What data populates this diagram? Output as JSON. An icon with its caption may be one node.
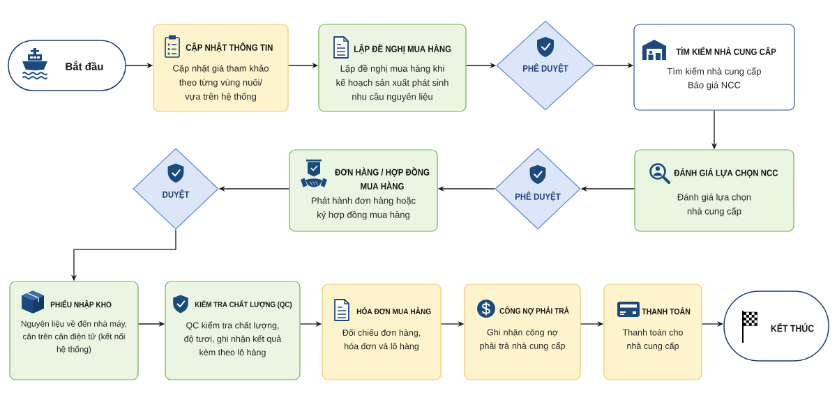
{
  "diagram": {
    "nodes": [
      {
        "text": [
          "Bắt đầu"
        ]
      },
      {
        "text": [
          "CẬP NHẬT THÔNG TIN",
          "Cập nhật giá tham khảo theo từng vùng nuôi/ vựa trên hệ thống"
        ]
      },
      {
        "text": [
          "LẬP ĐỀ NGHỊ MUA HÀNG",
          "Lập đề nghị mua hàng khi kế hoạch sản xuất phát sinh nhu cầu nguyên liệu"
        ]
      },
      {
        "text": [
          "PHÊ DUYỆT"
        ]
      },
      {
        "text": [
          "TÌM KIẾM NHÀ CUNG CẤP",
          "Tìm kiếm nhà cung cấp",
          "Báo giá NCC"
        ]
      },
      {
        "text": [
          "ĐÁNH GIÁ LỰA CHỌN NCC",
          "Đánh giá lựa chọn nhà cung cấp"
        ]
      },
      {
        "text": [
          "PHÊ DUYỆT"
        ]
      },
      {
        "text": [
          "ĐƠN HÀNG / HỢP ĐỒNG MUA HÀNG",
          "Phát hành đơn hàng hoặc ký hợp đồng mua hàng"
        ]
      },
      {
        "text": [
          "DUYỆT"
        ]
      },
      {
        "text": [
          "PHIẾU NHẬP KHO",
          "Nguyên liệu về đến nhà máy, cân trên cân điện tử (kết nối hệ thống)"
        ]
      },
      {
        "text": [
          "KIỂM TRA CHẤT LƯỢNG (QC)",
          "QC kiểm tra chất lượng, độ tươi, ghi nhận kết quả kèm theo lô hàng"
        ]
      },
      {
        "text": [
          "HÓA ĐƠN MUA HÀNG",
          "Đối chiếu đơn hàng, hóa đơn và lô hàng"
        ]
      },
      {
        "text": [
          "CÔNG NỢ PHẢI TRẢ",
          "Ghi nhận công nợ phải trả nhà cung cấp"
        ]
      },
      {
        "text": [
          "THANH TOÁN",
          "Thanh toán cho nhà cung cấp"
        ]
      },
      {
        "text": [
          "KẾT THÚC"
        ]
      }
    ],
    "edges": [
      {
        "from": 0,
        "to": 1,
        "arrow": "to"
      },
      {
        "from": 1,
        "to": 2,
        "arrow": "to"
      },
      {
        "from": 2,
        "to": 3,
        "arrow": "to"
      },
      {
        "from": 3,
        "to": 4,
        "arrow": "to"
      },
      {
        "from": 4,
        "to": 5,
        "arrow": "to"
      },
      {
        "from": 5,
        "to": 6,
        "arrow": "to"
      },
      {
        "from": 6,
        "to": 7,
        "arrow": "to"
      },
      {
        "from": 7,
        "to": 8,
        "arrow": "to"
      },
      {
        "from": 8,
        "to": 9,
        "arrow": "to"
      },
      {
        "from": 9,
        "to": 10,
        "arrow": "to"
      },
      {
        "from": 10,
        "to": 11,
        "arrow": "to"
      },
      {
        "from": 11,
        "to": 12,
        "arrow": "to"
      },
      {
        "from": 12,
        "to": 13,
        "arrow": "to"
      },
      {
        "from": 13,
        "to": 14,
        "arrow": "to"
      }
    ]
  }
}
